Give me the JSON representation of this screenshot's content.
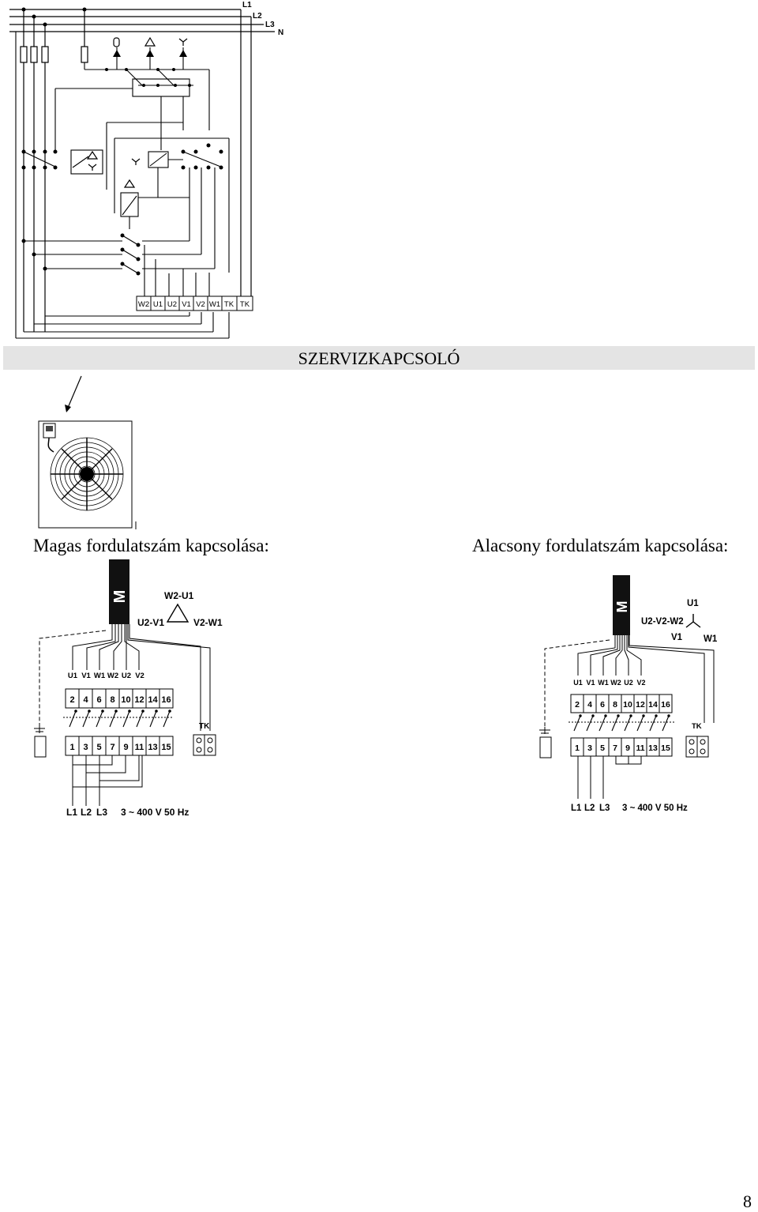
{
  "schematic": {
    "supply_labels": [
      "L1",
      "L2",
      "L3",
      "N"
    ],
    "terminal_labels": [
      "W2",
      "U1",
      "U2",
      "V1",
      "V2",
      "W1",
      "TK",
      "TK"
    ],
    "switch_symbols": [
      "0",
      "Δ",
      "Y"
    ]
  },
  "heading": "SZERVIZKAPCSOLÓ",
  "captions": {
    "high_speed": "Magas fordulatszám kapcsolása:",
    "low_speed": "Alacsony fordulatszám kapcsolása:"
  },
  "wiring_high": {
    "motor_label": "M",
    "winding_labels": [
      "W2-U1",
      "U2-V1",
      "V2-W1"
    ],
    "winding_symbol": "Δ",
    "top_terminal_labels": [
      "U1",
      "V1",
      "W1",
      "W2",
      "U2",
      "V2"
    ],
    "top_row": [
      "2",
      "4",
      "6",
      "8",
      "10",
      "12",
      "14",
      "16"
    ],
    "bottom_row": [
      "1",
      "3",
      "5",
      "7",
      "9",
      "11",
      "13",
      "15"
    ],
    "tk_label": "TK",
    "supply_lines": [
      "L1",
      "L2",
      "L3"
    ],
    "voltage": "3 ~ 400 V 50 Hz"
  },
  "wiring_low": {
    "motor_label": "M",
    "winding_labels": [
      "U1",
      "U2-V2-W2",
      "V1",
      "W1"
    ],
    "winding_symbol": "Y",
    "top_terminal_labels": [
      "U1",
      "V1",
      "W1",
      "W2",
      "U2",
      "V2"
    ],
    "top_row": [
      "2",
      "4",
      "6",
      "8",
      "10",
      "12",
      "14",
      "16"
    ],
    "bottom_row": [
      "1",
      "3",
      "5",
      "7",
      "9",
      "11",
      "13",
      "15"
    ],
    "tk_label": "TK",
    "supply_lines": [
      "L1",
      "L2",
      "L3"
    ],
    "voltage": "3 ~ 400 V 50 Hz"
  },
  "page_number": "8"
}
